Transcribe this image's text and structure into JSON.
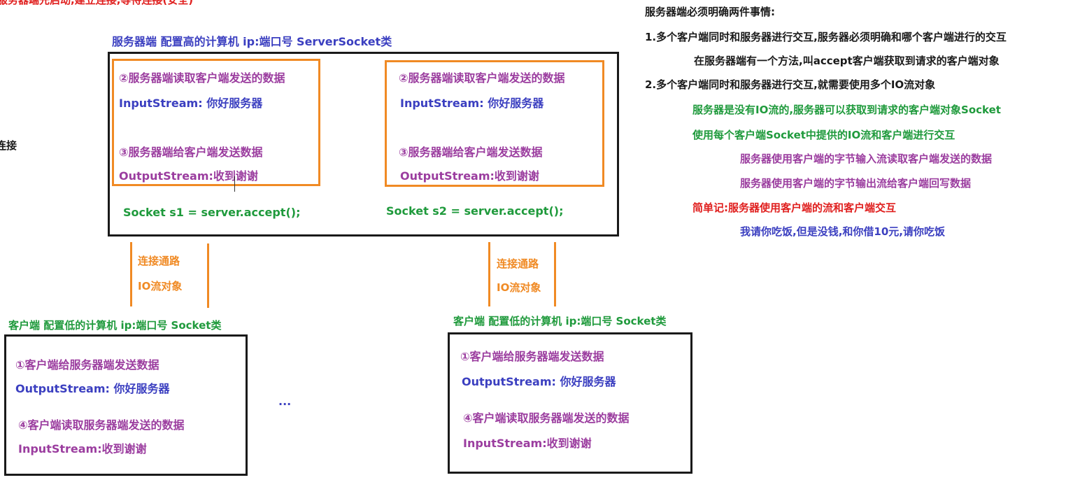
{
  "top_cut_text": "服务器端先启动,建立连接,等待连接(安全)",
  "left_cut_text": "连接",
  "server": {
    "heading": "服务器端 配置高的计算机 ip:端口号 ServerSocket类",
    "blocks": [
      {
        "read_step": "②服务器端读取客户端发送的数据",
        "read_stream": "InputStream: 你好服务器",
        "send_step": "③服务器端给客户端发送数据",
        "send_stream": "OutputStream:收到谢谢",
        "socket_line": "Socket s1 = server.accept();"
      },
      {
        "read_step": "②服务器端读取客户端发送的数据",
        "read_stream": "InputStream: 你好服务器",
        "send_step": "③服务器端给客户端发送数据",
        "send_stream": "OutputStream:收到谢谢",
        "socket_line": "Socket s2 = server.accept();"
      }
    ]
  },
  "channels": [
    {
      "label1": "连接通路",
      "label2": "IO流对象"
    },
    {
      "label1": "连接通路",
      "label2": "IO流对象"
    }
  ],
  "clients": [
    {
      "heading": "客户端 配置低的计算机 ip:端口号  Socket类",
      "send_step": "①客户端给服务器端发送数据",
      "send_stream": "OutputStream: 你好服务器",
      "read_step": "④客户端读取服务器端发送的数据",
      "read_stream": "InputStream:收到谢谢"
    },
    {
      "heading": "客户端 配置低的计算机 ip:端口号  Socket类",
      "send_step": "①客户端给服务器端发送数据",
      "send_stream": "OutputStream: 你好服务器",
      "read_step": "④客户端读取服务器端发送的数据",
      "read_stream": "InputStream:收到谢谢"
    }
  ],
  "ellipsis": "...",
  "notes": {
    "title": "服务器端必须明确两件事情:",
    "point1": "1.多个客户端同时和服务器进行交互,服务器必须明确和哪个客户端进行的交互",
    "point1_sub": "在服务器端有一个方法,叫accept客户端获取到请求的客户端对象",
    "point2": "2.多个客户端同时和服务器进行交互,就需要使用多个IO流对象",
    "green1": "服务器是没有IO流的,服务器可以获取到请求的客户端对象Socket",
    "green2": "使用每个客户端Socket中提供的IO流和客户端进行交互",
    "purple1": "服务器使用客户端的字节输入流读取客户端发送的数据",
    "purple2": "服务器使用客户端的字节输出流给客户端回写数据",
    "red_note": "简单记:服务器使用客户端的流和客户端交互",
    "blue_note": "我请你吃饭,但是没钱,和你借10元,请你吃饭"
  },
  "colors": {
    "blue": "#3b3fc0",
    "purple": "#9b3d9f",
    "green": "#1f9a3c",
    "orange": "#f08a24",
    "red": "#e0201f",
    "black": "#1a1a1a"
  }
}
